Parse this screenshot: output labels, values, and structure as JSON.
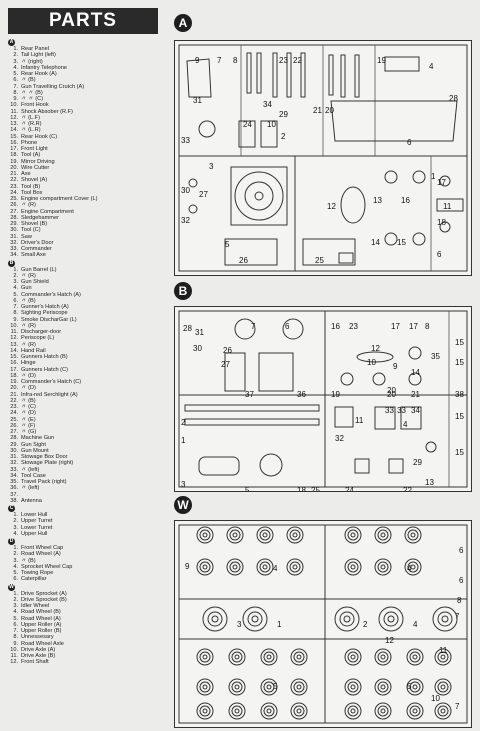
{
  "title": "PARTS",
  "sections": [
    {
      "label": "A",
      "items": [
        {
          "n": "1.",
          "t": "Rear Panel"
        },
        {
          "n": "2.",
          "t": "Tail Light (left)"
        },
        {
          "n": "3.",
          "t": "〃 (right)"
        },
        {
          "n": "4.",
          "t": "Infantry Telephone"
        },
        {
          "n": "5.",
          "t": "Rear Hook (A)"
        },
        {
          "n": "6.",
          "t": "〃 (B)"
        },
        {
          "n": "7.",
          "t": "Gun Travelling Crutch (A)"
        },
        {
          "n": "8.",
          "t": "〃 〃 (B)"
        },
        {
          "n": "9.",
          "t": "〃 〃 (C)"
        },
        {
          "n": "10.",
          "t": "Front Hook"
        },
        {
          "n": "11.",
          "t": "Shock Absober (R.F)"
        },
        {
          "n": "12.",
          "t": "〃 (L.F)"
        },
        {
          "n": "13.",
          "t": "〃 (R.R)"
        },
        {
          "n": "14.",
          "t": "〃 (L.R)"
        },
        {
          "n": "15.",
          "t": "Rear Hook (C)"
        },
        {
          "n": "16.",
          "t": "Phone"
        },
        {
          "n": "17.",
          "t": "Front Light"
        },
        {
          "n": "18.",
          "t": "Tool (A)"
        },
        {
          "n": "19.",
          "t": "Mirror Driving"
        },
        {
          "n": "20.",
          "t": "Wire Cutter"
        },
        {
          "n": "21.",
          "t": "Axe"
        },
        {
          "n": "22.",
          "t": "Shovel (A)"
        },
        {
          "n": "23.",
          "t": "Tool (B)"
        },
        {
          "n": "24.",
          "t": "Tool Box"
        },
        {
          "n": "25.",
          "t": "Engine compartment Cover (L)"
        },
        {
          "n": "26.",
          "t": "〃 (R)"
        },
        {
          "n": "27.",
          "t": "Engine Compartment"
        },
        {
          "n": "28.",
          "t": "Sledgehammer"
        },
        {
          "n": "29.",
          "t": "Shovel (B)"
        },
        {
          "n": "30.",
          "t": "Tool (C)"
        },
        {
          "n": "31.",
          "t": "Saw"
        },
        {
          "n": "32.",
          "t": "Driver's Door"
        },
        {
          "n": "33.",
          "t": "Commander"
        },
        {
          "n": "34.",
          "t": "Small Axe"
        }
      ]
    },
    {
      "label": "B",
      "items": [
        {
          "n": "1.",
          "t": "Gun Barrel (L)"
        },
        {
          "n": "2.",
          "t": "〃 (R)"
        },
        {
          "n": "3.",
          "t": "Gun Shield"
        },
        {
          "n": "4.",
          "t": "Gun"
        },
        {
          "n": "5.",
          "t": "Commander's Hatch (A)"
        },
        {
          "n": "6.",
          "t": "〃 (B)"
        },
        {
          "n": "7.",
          "t": "Gunner's Hatch (A)"
        },
        {
          "n": "8.",
          "t": "Sighting Periscope"
        },
        {
          "n": "9.",
          "t": "Smoke DischarGar (L)"
        },
        {
          "n": "10.",
          "t": "〃 (R)"
        },
        {
          "n": "11.",
          "t": "Discharger-door"
        },
        {
          "n": "12.",
          "t": "Periscope (L)"
        },
        {
          "n": "13.",
          "t": "〃 (R)"
        },
        {
          "n": "14.",
          "t": "Hand Rail"
        },
        {
          "n": "15.",
          "t": "Gunners Hatch (B)"
        },
        {
          "n": "16.",
          "t": "Hinge"
        },
        {
          "n": "17.",
          "t": "Gunners Hatch (C)"
        },
        {
          "n": "18.",
          "t": "〃 (D)"
        },
        {
          "n": "19.",
          "t": "Commander's Hatch (C)"
        },
        {
          "n": "20.",
          "t": "〃 (D)"
        },
        {
          "n": "21.",
          "t": "Infra-red Serchlight (A)"
        },
        {
          "n": "22.",
          "t": "〃 (B)"
        },
        {
          "n": "23.",
          "t": "〃 (C)"
        },
        {
          "n": "24.",
          "t": "〃 (D)"
        },
        {
          "n": "25.",
          "t": "〃 (E)"
        },
        {
          "n": "26.",
          "t": "〃 (F)"
        },
        {
          "n": "27.",
          "t": "〃 (G)"
        },
        {
          "n": "28.",
          "t": "Machine Gun"
        },
        {
          "n": "29.",
          "t": "Gun Sight"
        },
        {
          "n": "30.",
          "t": "Gun Mount"
        },
        {
          "n": "31.",
          "t": "Stowage Box Door"
        },
        {
          "n": "32.",
          "t": "Stowage Plate (right)"
        },
        {
          "n": "33.",
          "t": "〃 (left)"
        },
        {
          "n": "34.",
          "t": "Tool Case"
        },
        {
          "n": "35.",
          "t": "Travel Pack (right)"
        },
        {
          "n": "36.",
          "t": "〃 (left)"
        },
        {
          "n": "37.",
          "t": ""
        },
        {
          "n": "38.",
          "t": "Antenna"
        }
      ]
    },
    {
      "label": "C",
      "items": [
        {
          "n": "1.",
          "t": "Lower Hull"
        },
        {
          "n": "2.",
          "t": "Upper Turret"
        },
        {
          "n": "3.",
          "t": "Lower Turret"
        },
        {
          "n": "4.",
          "t": "Upper Hull"
        }
      ]
    },
    {
      "label": "D",
      "items": [
        {
          "n": "1.",
          "t": "Front Wheel Cap"
        },
        {
          "n": "2.",
          "t": "Road Wheel (A)"
        },
        {
          "n": "3.",
          "t": "〃 (B)"
        },
        {
          "n": "4.",
          "t": "Sprocket Wheel Cap"
        },
        {
          "n": "5.",
          "t": "Towing Rope"
        },
        {
          "n": "6.",
          "t": "Caterpillar"
        }
      ]
    },
    {
      "label": "W",
      "items": [
        {
          "n": "1.",
          "t": "Drive Sprocket (A)"
        },
        {
          "n": "2.",
          "t": "Drive Sprocket (B)"
        },
        {
          "n": "3.",
          "t": "Idler Wheel"
        },
        {
          "n": "4.",
          "t": "Road Wheel (B)"
        },
        {
          "n": "5.",
          "t": "Road Wheel (A)"
        },
        {
          "n": "6.",
          "t": "Upper Roller (A)"
        },
        {
          "n": "7.",
          "t": "Upper Roller (B)"
        },
        {
          "n": "8.",
          "t": "Unnessesary"
        },
        {
          "n": "9.",
          "t": "Road Wheel Axle"
        },
        {
          "n": "10.",
          "t": "Drive Axle (A)"
        },
        {
          "n": "11.",
          "t": "Drive Axle (B)"
        },
        {
          "n": "12.",
          "t": "Front Shaft"
        }
      ]
    }
  ],
  "sheets": [
    {
      "label": "A",
      "numbers": [
        "9",
        "7",
        "8",
        "34",
        "23",
        "22",
        "19",
        "4",
        "31",
        "6",
        "1",
        "28",
        "29",
        "21",
        "20",
        "33",
        "24",
        "10",
        "2",
        "30",
        "27",
        "3",
        "32",
        "12",
        "13",
        "16",
        "17",
        "18",
        "11",
        "14",
        "15",
        "6",
        "5",
        "26",
        "25"
      ]
    },
    {
      "label": "B",
      "numbers": [
        "28",
        "31",
        "30",
        "7",
        "6",
        "16",
        "23",
        "17",
        "17",
        "8",
        "26",
        "12",
        "10",
        "9",
        "35",
        "14",
        "15",
        "15",
        "20",
        "27",
        "37",
        "36",
        "19",
        "20",
        "21",
        "34",
        "38",
        "11",
        "4",
        "33",
        "33",
        "32",
        "29",
        "5",
        "18",
        "25",
        "22",
        "24",
        "2",
        "1",
        "3",
        "13",
        "15",
        "15"
      ]
    },
    {
      "label": "W",
      "numbers": [
        "9",
        "4",
        "4",
        "6",
        "6",
        "8",
        "7",
        "3",
        "1",
        "2",
        "4",
        "12",
        "5",
        "5",
        "11",
        "10",
        "7"
      ]
    }
  ]
}
